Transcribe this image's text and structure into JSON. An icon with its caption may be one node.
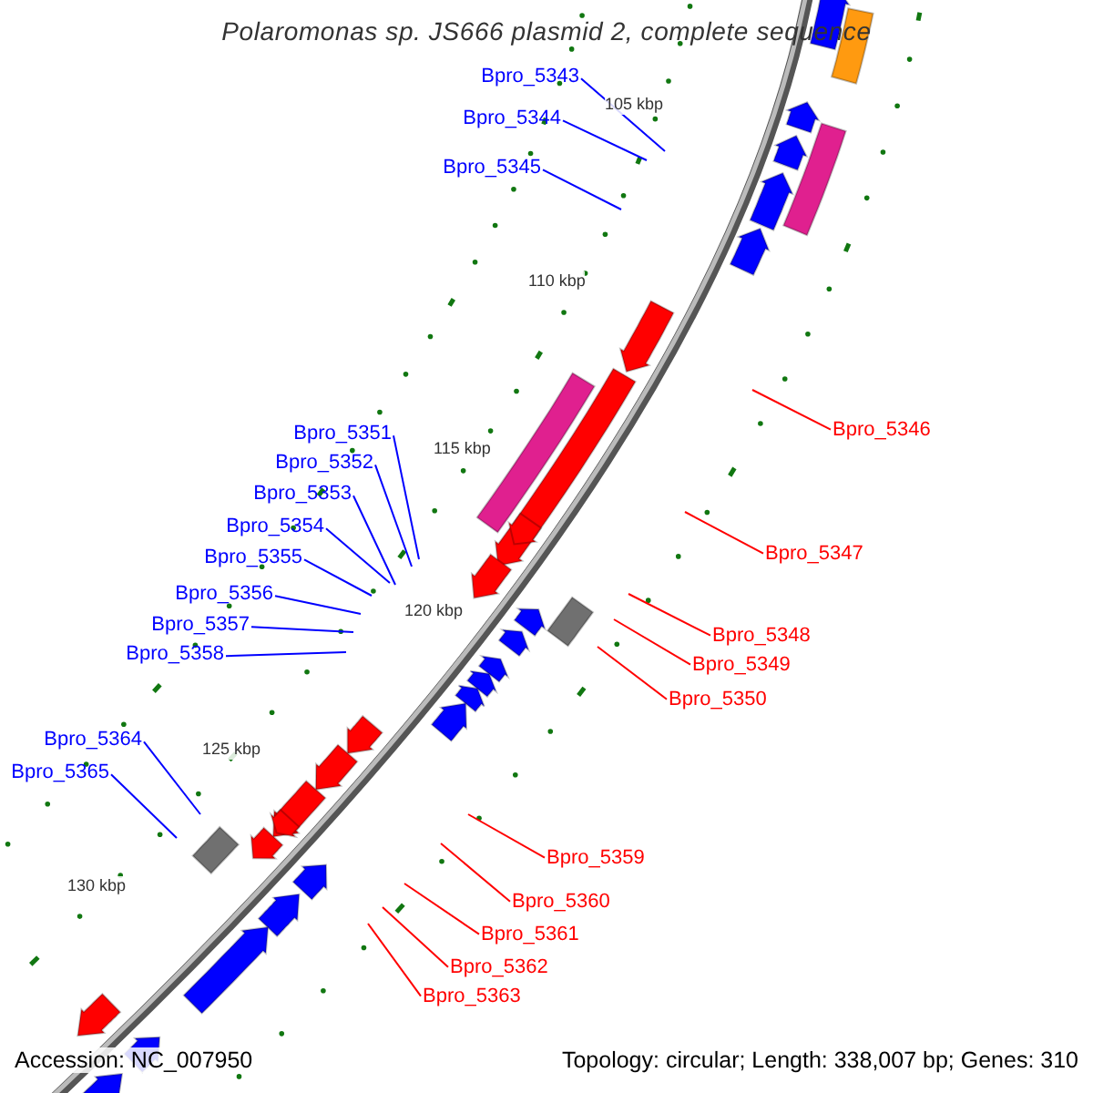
{
  "diagram": {
    "title": "Polaromonas sp. JS666 plasmid 2, complete sequence",
    "nodes": [
      {
        "text": [
          "Bpro_5343"
        ]
      },
      {
        "text": [
          "Bpro_5344"
        ]
      },
      {
        "text": [
          "Bpro_5345"
        ]
      },
      {
        "text": [
          "Bpro_5346"
        ]
      },
      {
        "text": [
          "Bpro_5347"
        ]
      },
      {
        "text": [
          "Bpro_5348"
        ]
      },
      {
        "text": [
          "Bpro_5349"
        ]
      },
      {
        "text": [
          "Bpro_5350"
        ]
      },
      {
        "text": [
          "Bpro_5351"
        ]
      },
      {
        "text": [
          "Bpro_5352"
        ]
      },
      {
        "text": [
          "Bpro_5353"
        ]
      },
      {
        "text": [
          "Bpro_5354"
        ]
      },
      {
        "text": [
          "Bpro_5355"
        ]
      },
      {
        "text": [
          "Bpro_5356"
        ]
      },
      {
        "text": [
          "Bpro_5357"
        ]
      },
      {
        "text": [
          "Bpro_5358"
        ]
      },
      {
        "text": [
          "Bpro_5359"
        ]
      },
      {
        "text": [
          "Bpro_5360"
        ]
      },
      {
        "text": [
          "Bpro_5361"
        ]
      },
      {
        "text": [
          "Bpro_5362"
        ]
      },
      {
        "text": [
          "Bpro_5363"
        ]
      },
      {
        "text": [
          "Bpro_5364"
        ]
      },
      {
        "text": [
          "Bpro_5365"
        ]
      }
    ],
    "edges": [
      {
        "from": 0,
        "to": null,
        "arrow": "none"
      },
      {
        "from": 1,
        "to": null,
        "arrow": "none"
      },
      {
        "from": 2,
        "to": null,
        "arrow": "none"
      },
      {
        "from": 3,
        "to": null,
        "arrow": "none",
        "color": "#ff0000"
      },
      {
        "from": 4,
        "to": null,
        "arrow": "none",
        "color": "#ff0000"
      },
      {
        "from": 5,
        "to": null,
        "arrow": "none",
        "color": "#ff0000"
      },
      {
        "from": 6,
        "to": null,
        "arrow": "none",
        "color": "#ff0000"
      },
      {
        "from": 7,
        "to": null,
        "arrow": "none",
        "color": "#ff0000"
      },
      {
        "from": 8,
        "to": null,
        "arrow": "none"
      },
      {
        "from": 9,
        "to": null,
        "arrow": "none"
      },
      {
        "from": 10,
        "to": null,
        "arrow": "none"
      },
      {
        "from": 11,
        "to": null,
        "arrow": "none"
      },
      {
        "from": 12,
        "to": null,
        "arrow": "none"
      },
      {
        "from": 13,
        "to": null,
        "arrow": "none"
      },
      {
        "from": 14,
        "to": null,
        "arrow": "none"
      },
      {
        "from": 15,
        "to": null,
        "arrow": "none"
      },
      {
        "from": 16,
        "to": null,
        "arrow": "none",
        "color": "#ff0000"
      },
      {
        "from": 17,
        "to": null,
        "arrow": "none",
        "color": "#ff0000"
      },
      {
        "from": 18,
        "to": null,
        "arrow": "none",
        "color": "#ff0000"
      },
      {
        "from": 19,
        "to": null,
        "arrow": "none",
        "color": "#ff0000"
      },
      {
        "from": 20,
        "to": null,
        "arrow": "none",
        "color": "#ff0000"
      },
      {
        "from": 21,
        "to": null,
        "arrow": "none"
      },
      {
        "from": 22,
        "to": null,
        "arrow": "none"
      }
    ],
    "labels": [
      "105 kbp",
      "110 kbp",
      "115 kbp",
      "120 kbp",
      "125 kbp",
      "130 kbp",
      "Accession: NC_007950",
      "Topology: circular; Length: 338,007 bp; Genes: 310"
    ]
  }
}
